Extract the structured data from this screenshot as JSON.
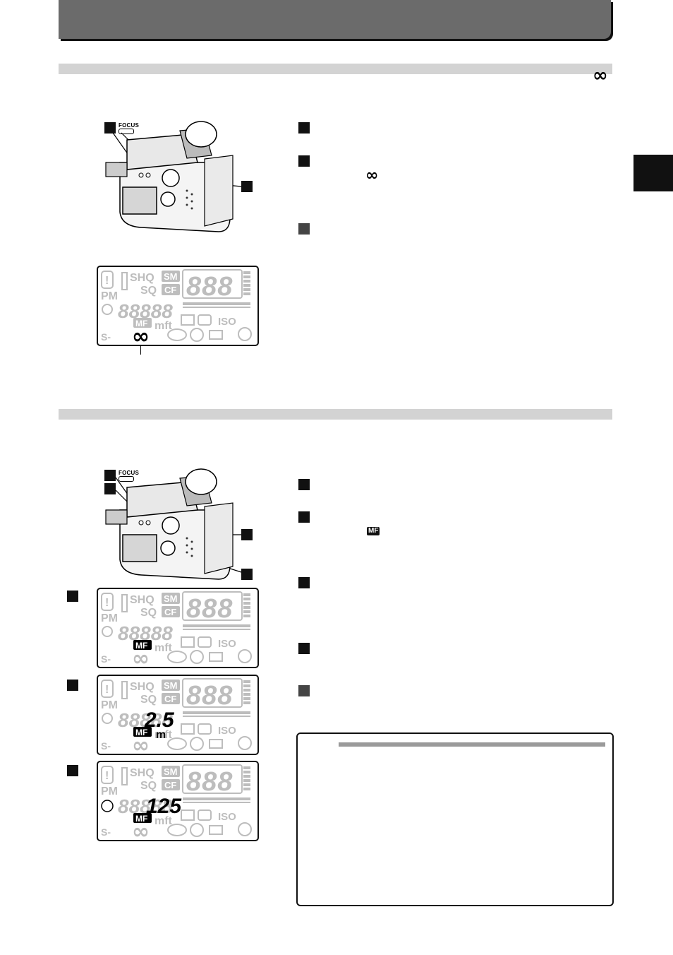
{
  "section1": {
    "focus_label": "FOCUS",
    "infinity_symbol": "∞",
    "lcd": {
      "shq": "SHQ",
      "sm": "SM",
      "sq": "SQ",
      "cf": "CF",
      "pm": "PM",
      "digits": "888",
      "shutter_digits": "88888",
      "mft": "mft",
      "iso": "ISO",
      "mf": "MF",
      "s_macro": "S-",
      "infinity": "∞"
    }
  },
  "section2": {
    "focus_label": "FOCUS",
    "mf_badge": "MF",
    "lcd_panels": [
      {
        "mf": "MF",
        "value": "",
        "unit": ""
      },
      {
        "mf": "MF",
        "value": "2.5",
        "unit": "m"
      },
      {
        "mf": "MF",
        "value": "125",
        "unit": ""
      }
    ]
  },
  "icons": {
    "header": "header-band",
    "side_tab": "section-tab-marker"
  }
}
